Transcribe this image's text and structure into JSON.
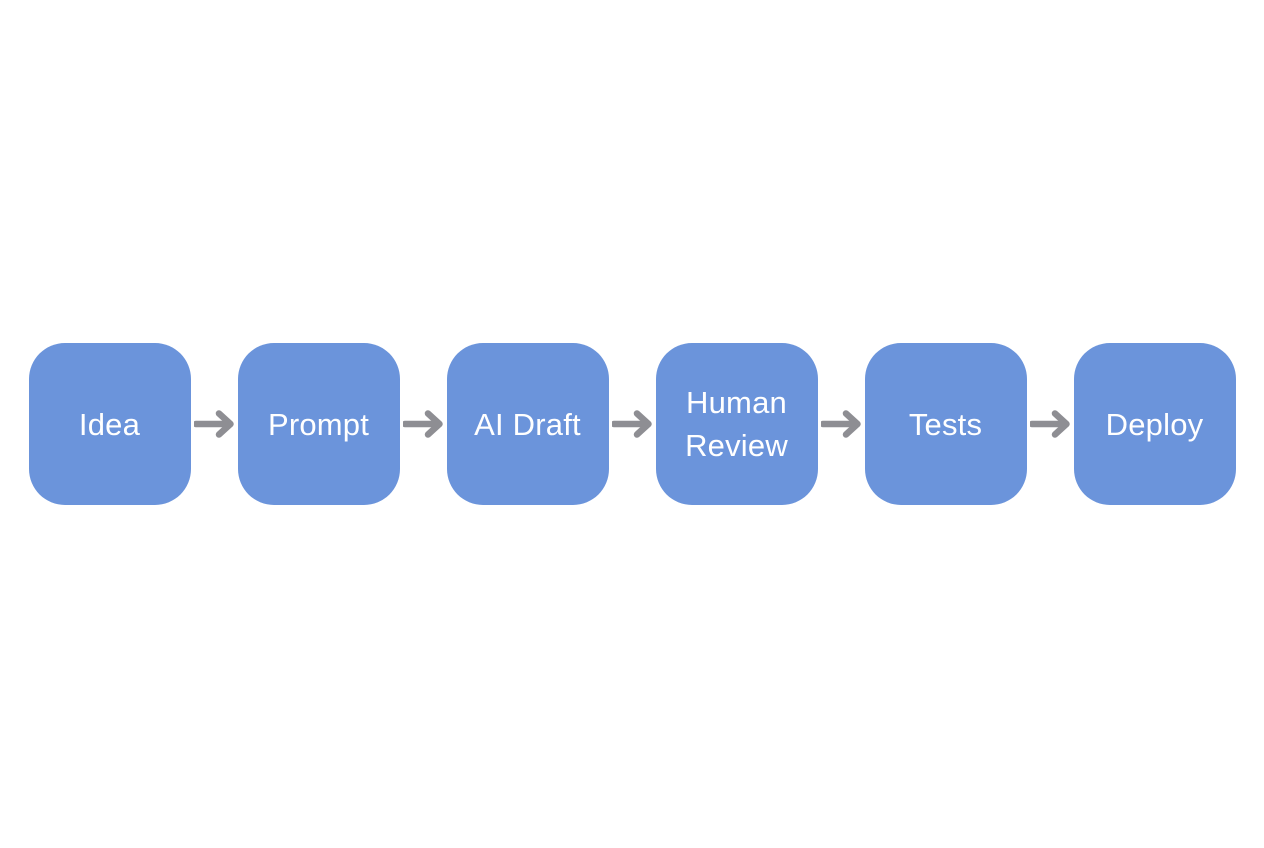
{
  "diagram": {
    "type": "flowchart",
    "direction": "left-to-right",
    "nodes": [
      {
        "id": "idea",
        "label": "Idea"
      },
      {
        "id": "prompt",
        "label": "Prompt"
      },
      {
        "id": "ai-draft",
        "label": "AI Draft"
      },
      {
        "id": "human-review",
        "label": "Human Review"
      },
      {
        "id": "tests",
        "label": "Tests"
      },
      {
        "id": "deploy",
        "label": "Deploy"
      }
    ],
    "edges": [
      {
        "from": "idea",
        "to": "prompt",
        "style": "arrow-right"
      },
      {
        "from": "prompt",
        "to": "ai-draft",
        "style": "arrow-right"
      },
      {
        "from": "ai-draft",
        "to": "human-review",
        "style": "arrow-right"
      },
      {
        "from": "human-review",
        "to": "tests",
        "style": "arrow-right"
      },
      {
        "from": "tests",
        "to": "deploy",
        "style": "arrow-right"
      }
    ]
  },
  "colors": {
    "node-fill": "#6B94DB",
    "node-text": "#FFFFFF",
    "arrow": "#8E8E93",
    "background": "#FFFFFF"
  }
}
